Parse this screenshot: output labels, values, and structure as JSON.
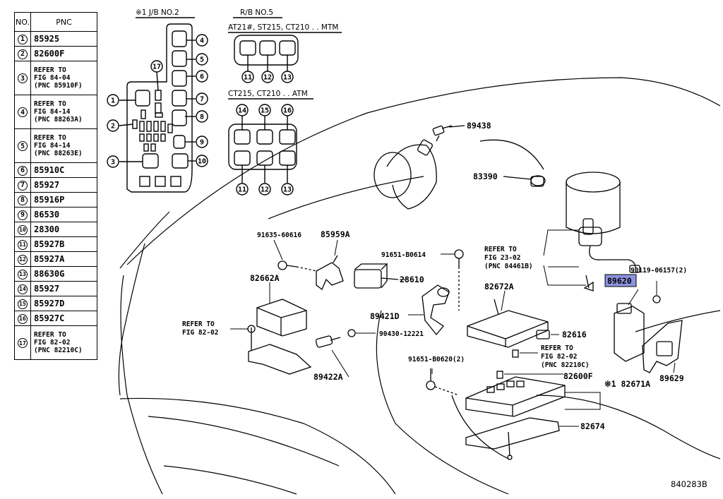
{
  "table": {
    "header_no": "NO.",
    "header_pnc": "PNC",
    "rows": [
      {
        "no": "1",
        "pnc": [
          "85925"
        ]
      },
      {
        "no": "2",
        "pnc": [
          "82600F"
        ]
      },
      {
        "no": "3",
        "pnc": [
          "REFER TO",
          "FIG 84-04",
          "(PNC 85910F)"
        ]
      },
      {
        "no": "4",
        "pnc": [
          "REFER TO",
          "FIG 84-14",
          "(PNC 88263A)"
        ]
      },
      {
        "no": "5",
        "pnc": [
          "REFER TO",
          "FIG 84-14",
          "(PNC 88263E)"
        ]
      },
      {
        "no": "6",
        "pnc": [
          "85910C"
        ]
      },
      {
        "no": "7",
        "pnc": [
          "85927"
        ]
      },
      {
        "no": "8",
        "pnc": [
          "85916P"
        ]
      },
      {
        "no": "9",
        "pnc": [
          "86530"
        ]
      },
      {
        "no": "10",
        "pnc": [
          "28300"
        ]
      },
      {
        "no": "11",
        "pnc": [
          "85927B"
        ]
      },
      {
        "no": "12",
        "pnc": [
          "85927A"
        ]
      },
      {
        "no": "13",
        "pnc": [
          "88630G"
        ]
      },
      {
        "no": "14",
        "pnc": [
          "85927"
        ]
      },
      {
        "no": "15",
        "pnc": [
          "85927D"
        ]
      },
      {
        "no": "16",
        "pnc": [
          "85927C"
        ]
      },
      {
        "no": "17",
        "pnc": [
          "REFER TO",
          "FIG 82-02",
          "(PNC 82210C)"
        ]
      }
    ]
  },
  "jb_title": "※1 J/B NO.2",
  "rb_title": "R/B NO.5",
  "mtm_label": "AT21#, ST215, CT210 . . MTM",
  "atm_label": "CT215, CT210 . . ATM",
  "parts": {
    "p89438": "89438",
    "p83390": "83390",
    "p91635": "91635-60616",
    "p85959A": "85959A",
    "p91651a": "91651-B0614",
    "p28610": "28610",
    "p82662A": "82662A",
    "p89421D": "89421D",
    "p82672A": "82672A",
    "p89620": "89620",
    "p90119": "90119-06157(2)",
    "p90430": "90430-12221",
    "p89422A": "89422A",
    "p82616": "82616",
    "p91651b": "91651-B0620(2)",
    "p82600F": "82600F",
    "p82671A": "※1 82671A",
    "p89629": "89629",
    "p82674": "82674"
  },
  "refs": {
    "r1": [
      "REFER TO",
      "FIG 23-02",
      "(PNC 84461B)"
    ],
    "r2": [
      "REFER TO",
      "FIG 82-02"
    ],
    "r3": [
      "REFER TO",
      "FIG 82-02",
      "(PNC 82210C)"
    ]
  },
  "footer_code": "840283B",
  "colors": {
    "highlight": "#8d92e0"
  }
}
